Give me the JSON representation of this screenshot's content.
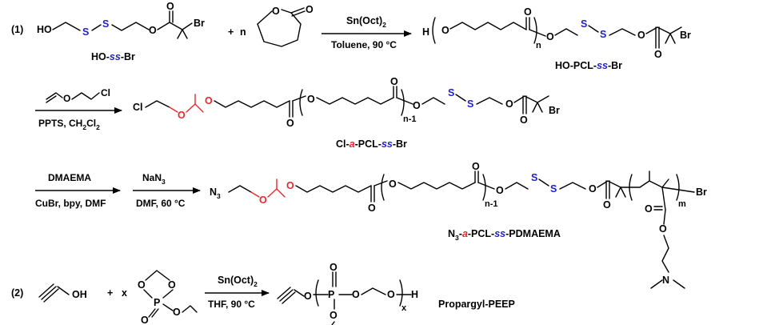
{
  "step1": {
    "number": "(1)",
    "plus": "+",
    "n": "n",
    "reagent_ho": "HO",
    "reagent_br": "Br",
    "disulfide_s": "S",
    "ring_o": "O",
    "catalyst": "Sn(Oct)",
    "catalyst_sub": "2",
    "conditions": "Toluene, 90 °C",
    "product_h": "H",
    "product_o": "O",
    "product_n": "n",
    "product_br": "Br"
  },
  "labels": {
    "ho_ss_br": [
      "HO-",
      "ss",
      "-Br"
    ],
    "ho_pcl_ss_br": [
      "HO-PCL-",
      "ss",
      "-Br"
    ],
    "cl_a_pcl_ss_br": [
      "Cl-",
      "a",
      "-PCL-",
      "ss",
      "-Br"
    ],
    "n3_a_pcl_ss_pdmaema": [
      "N",
      "3",
      "-",
      "a",
      "-PCL-",
      "ss",
      "-PDMAEMA"
    ],
    "propargyl_peep": "Propargyl-PEEP"
  },
  "step2_vinyl": {
    "reagent_o": "O",
    "reagent_cl": "Cl",
    "conditions": "PPTS, CH",
    "conditions_sub1": "2",
    "conditions_cl": "Cl",
    "conditions_sub2": "2",
    "product_cl": "Cl",
    "product_n1": "n-1",
    "product_br": "Br"
  },
  "step3": {
    "reagent1": "DMAEMA",
    "conditions1": "CuBr, bpy, DMF",
    "reagent2": "NaN",
    "reagent2_sub": "3",
    "conditions2": "DMF, 60 °C",
    "product_n3": "N",
    "product_n3_sub": "3",
    "product_n1": "n-1",
    "product_m": "m",
    "product_br": "Br",
    "amine_n": "N"
  },
  "step4": {
    "number": "(2)",
    "alkyne_oh": "OH",
    "plus": "+",
    "x": "x",
    "p": "P",
    "catalyst": "Sn(Oct)",
    "catalyst_sub": "2",
    "conditions": "THF, 90 °C",
    "product_x": "x",
    "product_h": "H"
  },
  "colors": {
    "disulfide": "#1f1fc8",
    "acetal": "#e8282a",
    "ink": "#000000"
  }
}
